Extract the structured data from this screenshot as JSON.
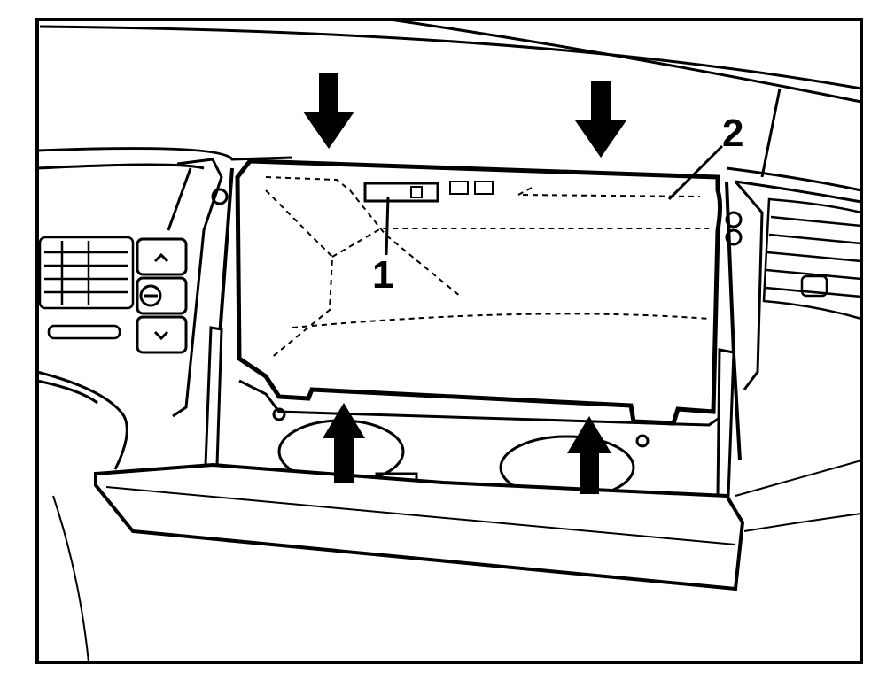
{
  "diagram": {
    "callouts": [
      {
        "id": "1",
        "label": "1"
      },
      {
        "id": "2",
        "label": "2"
      }
    ],
    "arrows": {
      "down_count": 2,
      "up_count": 2
    },
    "colors": {
      "line": "#000000",
      "fill": "#ffffff",
      "arrow": "#000000"
    }
  }
}
